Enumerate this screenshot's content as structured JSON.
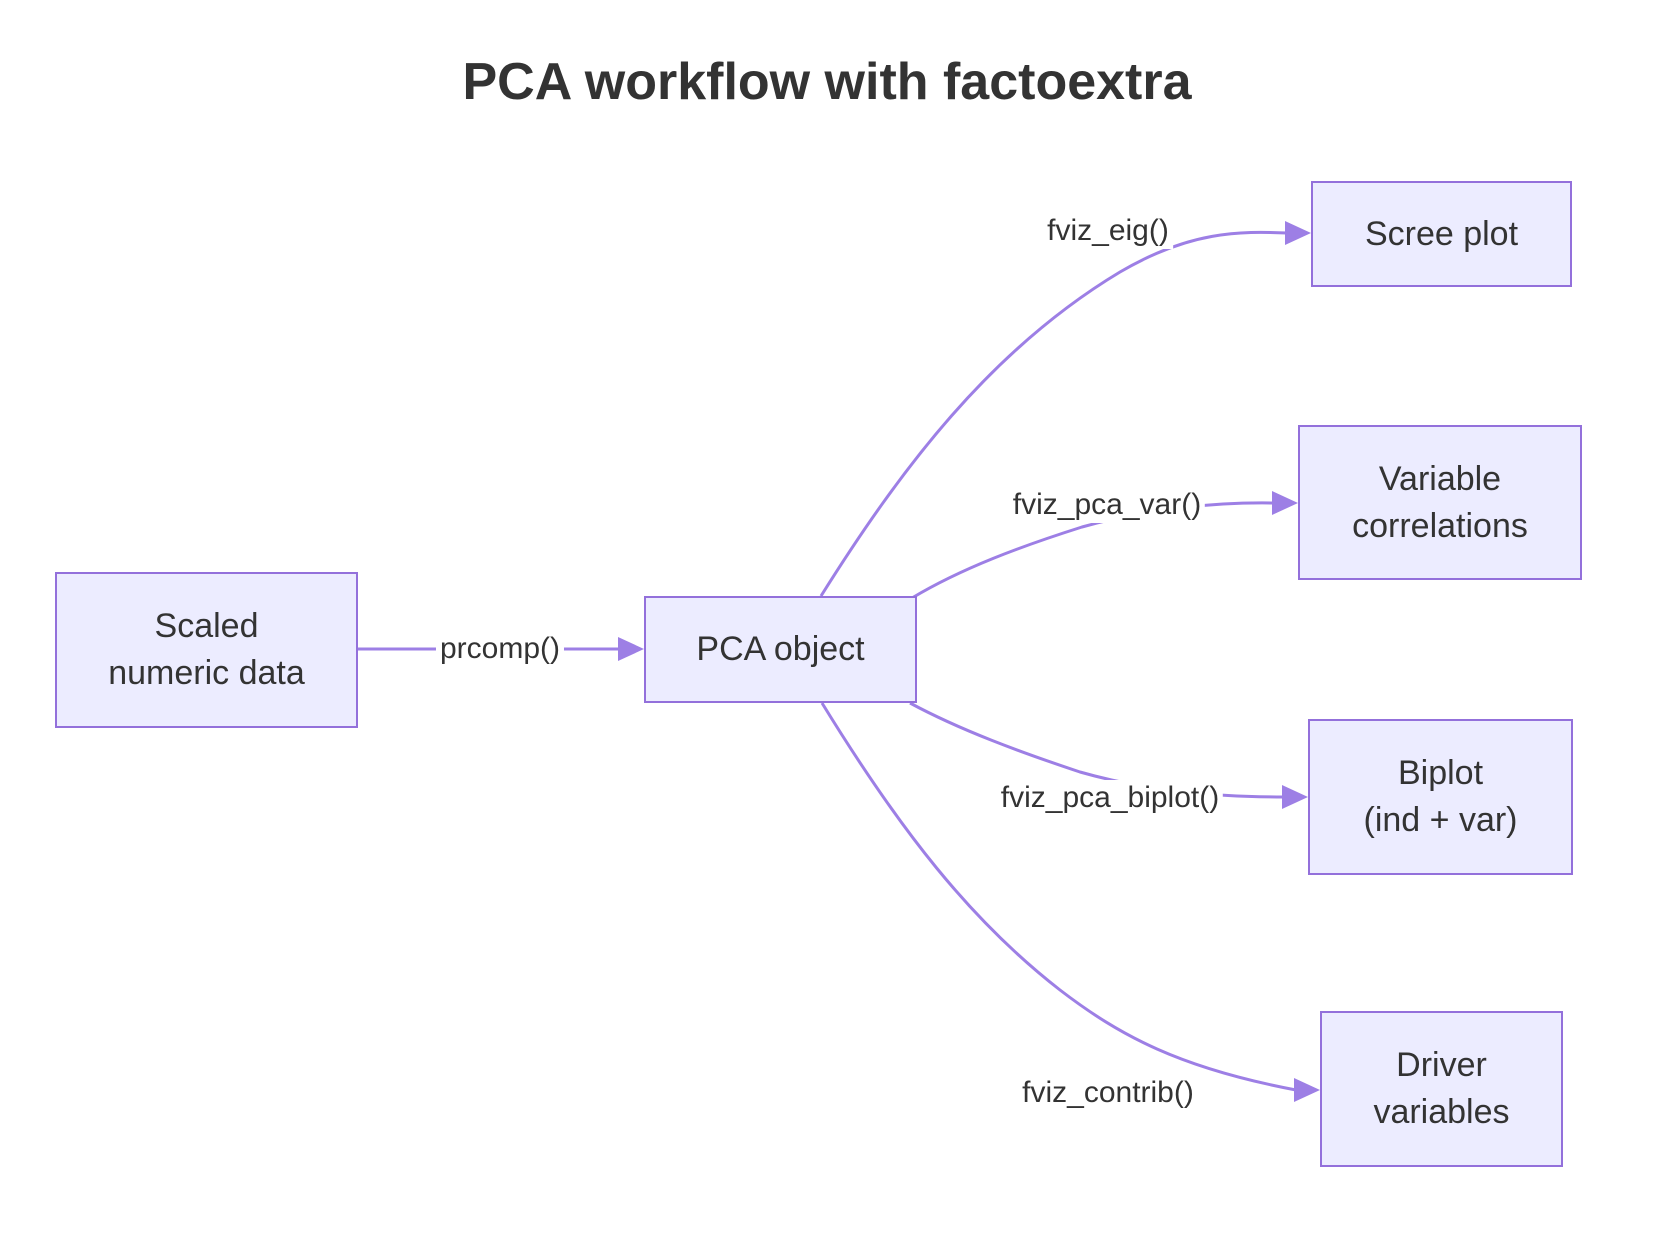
{
  "title": "PCA workflow with factoextra",
  "diagram": {
    "nodes": [
      {
        "id": "scaled",
        "label_lines": [
          "Scaled",
          "numeric data"
        ]
      },
      {
        "id": "pca",
        "label_lines": [
          "PCA object"
        ]
      },
      {
        "id": "scree",
        "label_lines": [
          "Scree plot"
        ]
      },
      {
        "id": "varcorr",
        "label_lines": [
          "Variable",
          "correlations"
        ]
      },
      {
        "id": "biplot",
        "label_lines": [
          "Biplot",
          "(ind + var)"
        ]
      },
      {
        "id": "driver",
        "label_lines": [
          "Driver",
          "variables"
        ]
      }
    ],
    "edges": [
      {
        "from": "Scaled numeric data",
        "to": "PCA object",
        "label": "prcomp()"
      },
      {
        "from": "PCA object",
        "to": "Scree plot",
        "label": "fviz_eig()"
      },
      {
        "from": "PCA object",
        "to": "Variable correlations",
        "label": "fviz_pca_var()"
      },
      {
        "from": "PCA object",
        "to": "Biplot (ind + var)",
        "label": "fviz_pca_biplot()"
      },
      {
        "from": "PCA object",
        "to": "Driver variables",
        "label": "fviz_contrib()"
      }
    ],
    "colors": {
      "node_fill": "#ECECFF",
      "node_border": "#9370DB",
      "edge_line": "#9D7FE5",
      "text": "#333333",
      "background": "#FFFFFF"
    }
  }
}
